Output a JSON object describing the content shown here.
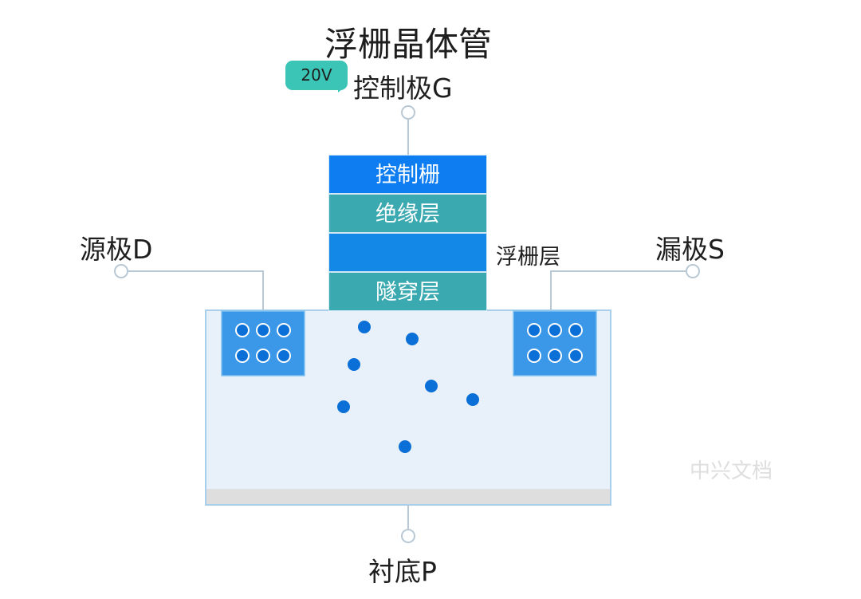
{
  "title": "浮栅晶体管",
  "gate": {
    "label": "控制极G",
    "voltage": "20V"
  },
  "source": {
    "label": "源极D"
  },
  "drain": {
    "label": "漏极S"
  },
  "substrate": {
    "label": "衬底P"
  },
  "layers": {
    "control_gate": "控制栅",
    "insulation": "绝缘层",
    "floating_gate": "浮栅层",
    "tunnel": "隧穿层"
  },
  "watermark": "中兴文档",
  "colors": {
    "bubble": "#3ac5b6",
    "control_gate": "#0d7df1",
    "insulation": "#3ba9b0",
    "electron": "#0a6fd6",
    "well": "#3b97e8",
    "substrate": "#e8f1f9",
    "connector": "#b8c8d4"
  }
}
